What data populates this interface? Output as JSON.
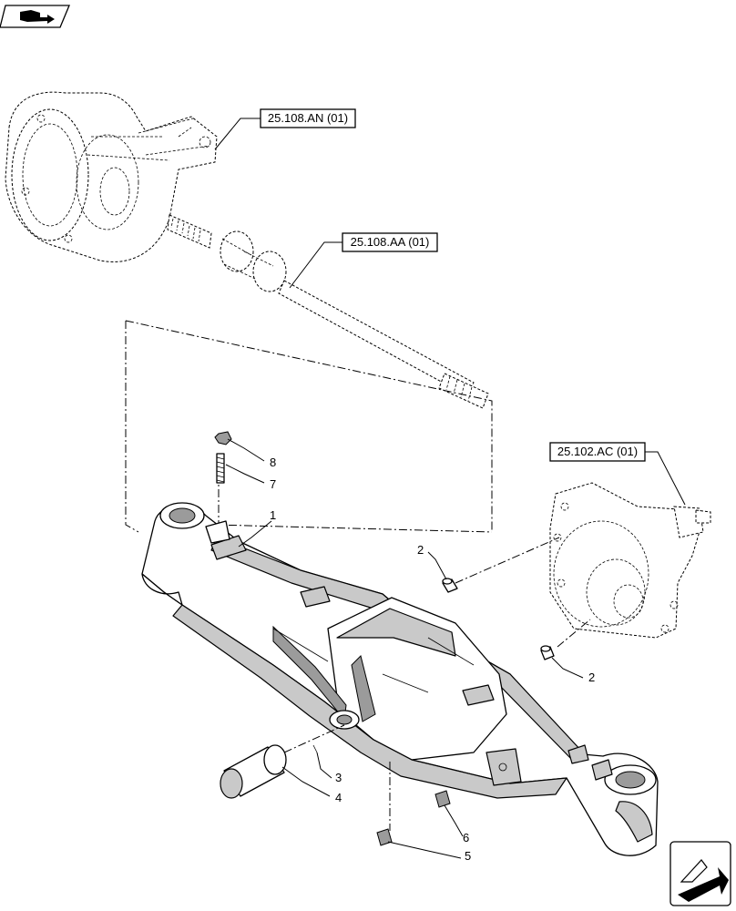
{
  "icons": {
    "top_left": "book-arrow-icon",
    "bottom_right": "arrow-icon"
  },
  "refs": {
    "steering_knuckle": "25.108.AN (01)",
    "drive_shaft": "25.108.AA (01)",
    "differential": "25.102.AC (01)"
  },
  "callouts": {
    "c1": "1",
    "c2a": "2",
    "c2b": "2",
    "c3": "3",
    "c4": "4",
    "c5": "5",
    "c6": "6",
    "c7": "7",
    "c8": "8"
  }
}
